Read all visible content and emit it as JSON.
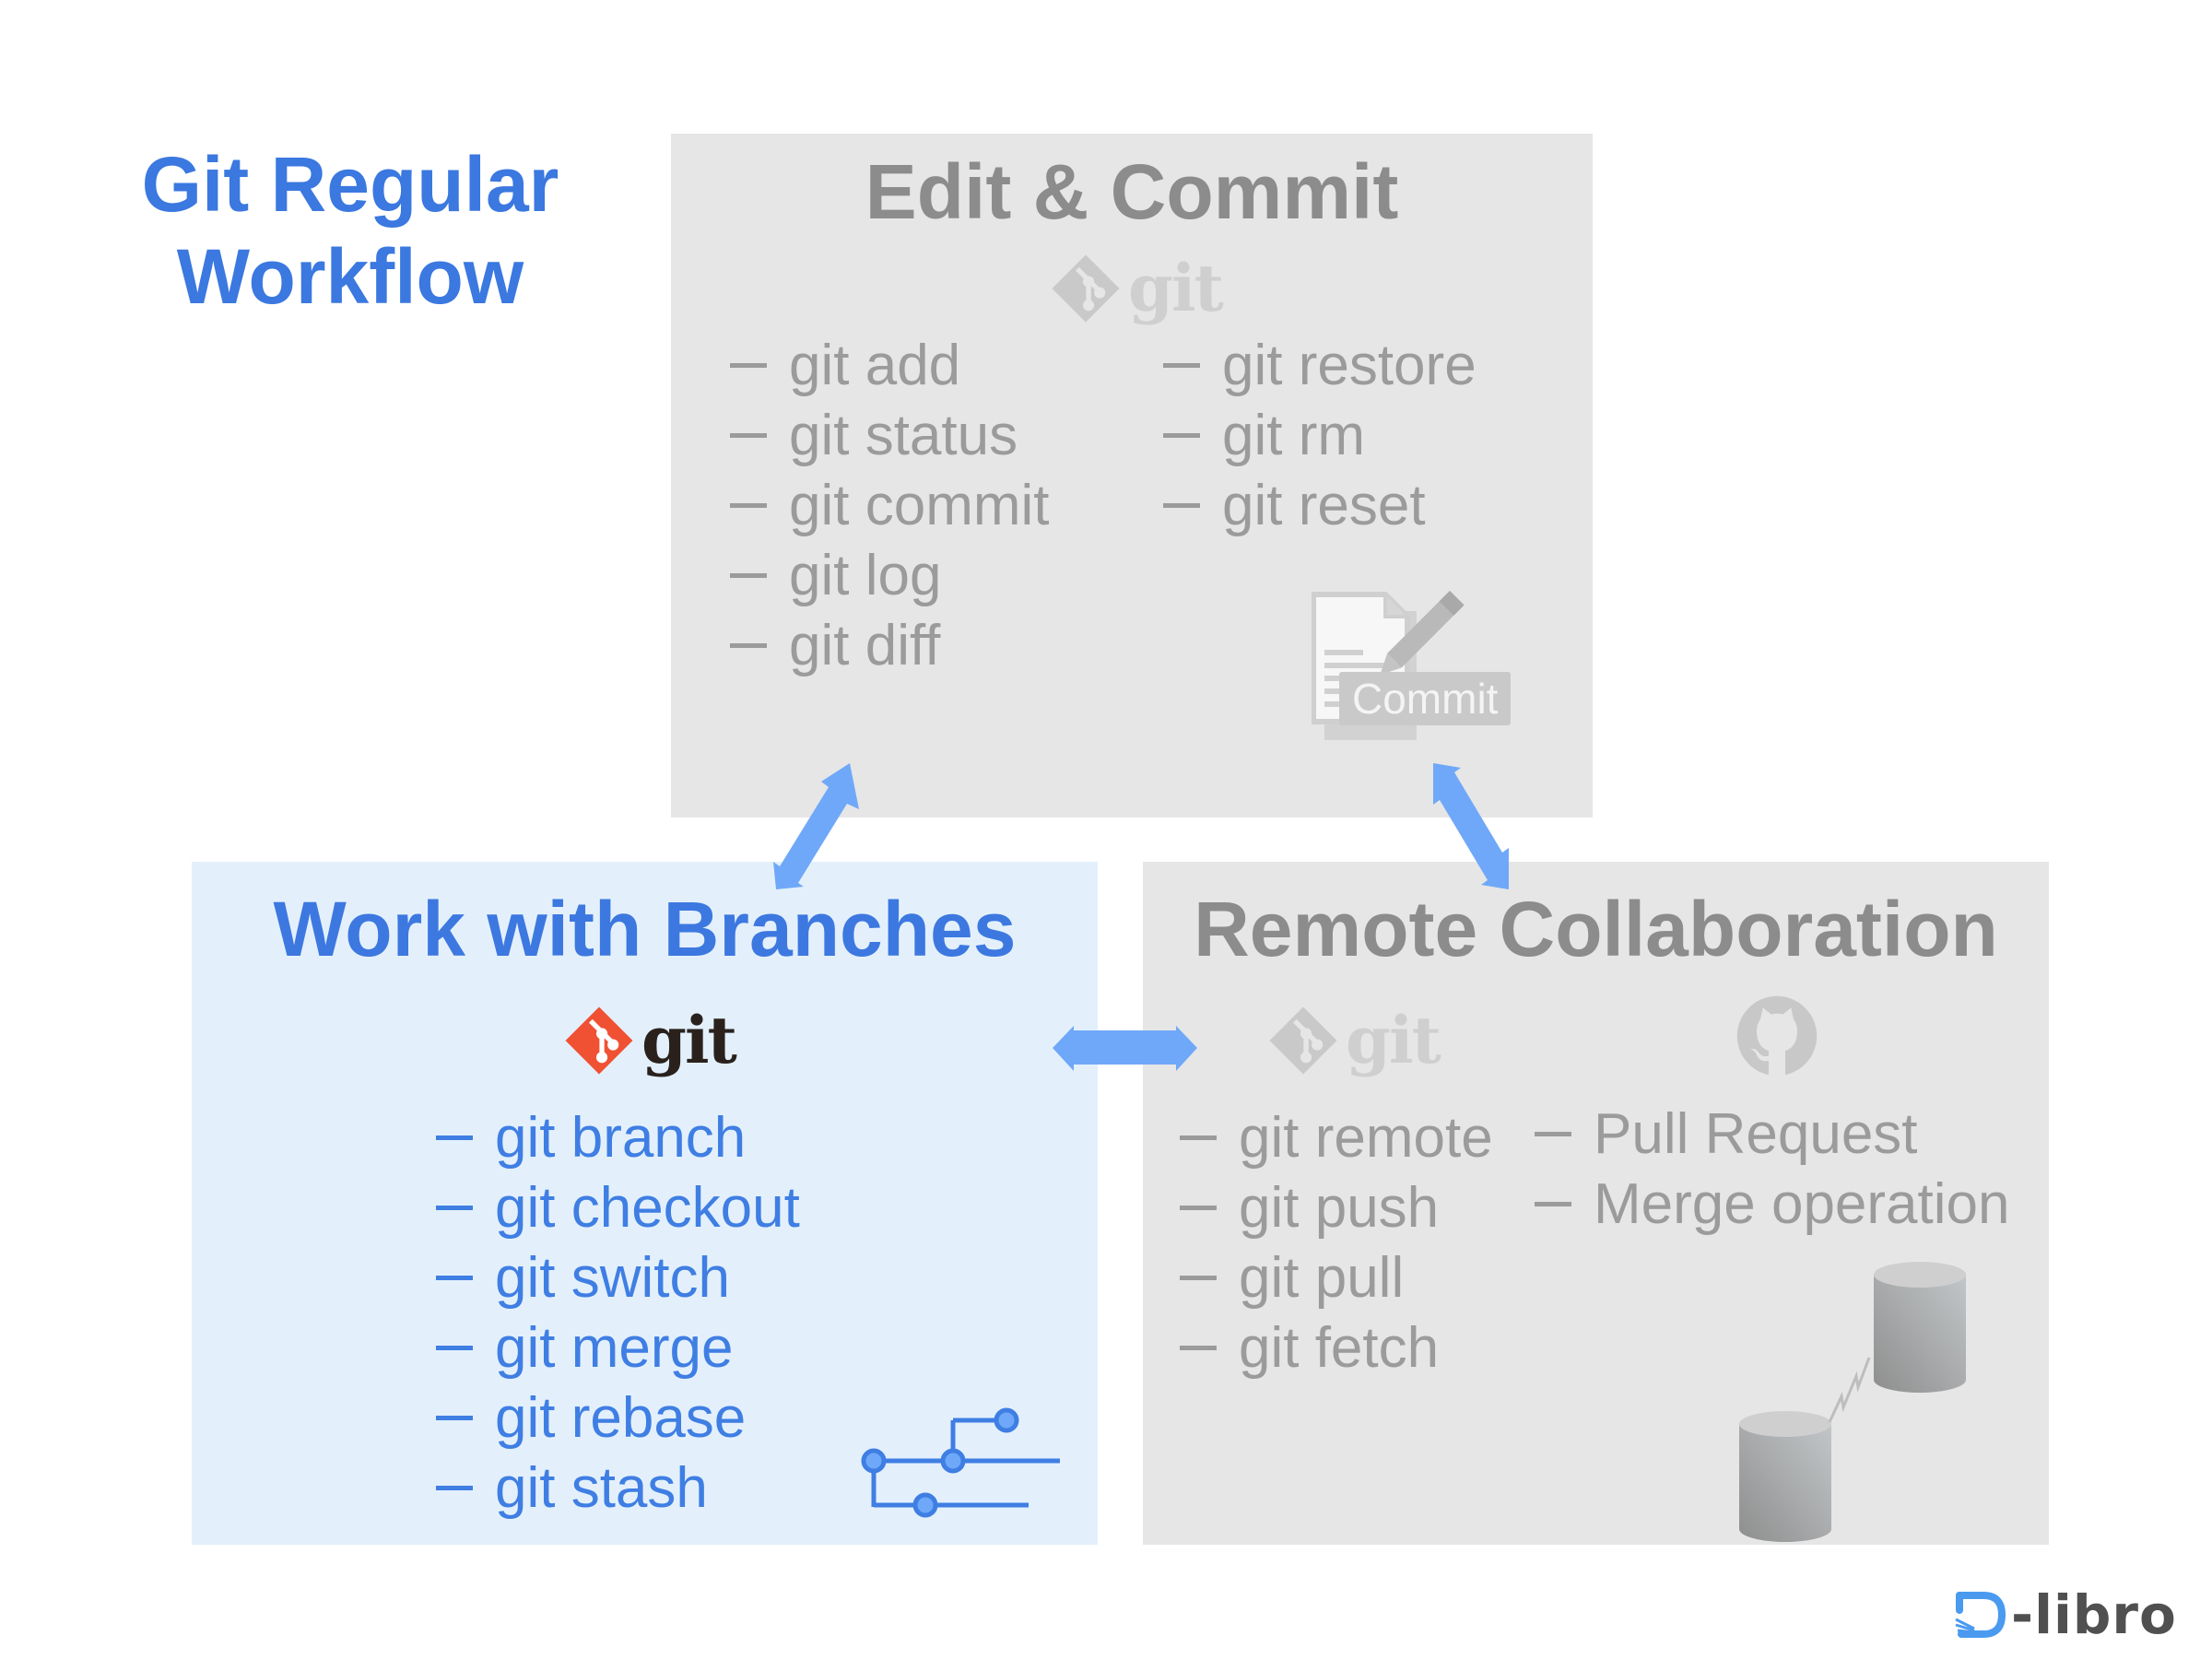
{
  "title": {
    "line1": "Git Regular",
    "line2": "Workflow"
  },
  "colors": {
    "accent_blue": "#3d78e0",
    "arrow_blue": "#6fa8f8",
    "panel_gray": "#e6e6e6",
    "panel_blue": "#e3f0fc",
    "git_orange": "#f05133",
    "muted_text": "#9b9b9b"
  },
  "panels": {
    "edit_commit": {
      "title": "Edit & Commit",
      "logo_label": "git",
      "left_commands": [
        "git add",
        "git status",
        "git commit",
        "git log",
        "git diff"
      ],
      "right_commands": [
        "git restore",
        "git rm",
        "git reset"
      ],
      "icon_label": "Commit",
      "state": "inactive"
    },
    "branches": {
      "title": "Work with Branches",
      "logo_label": "git",
      "commands": [
        "git branch",
        "git checkout",
        "git switch",
        "git merge",
        "git rebase",
        "git stash"
      ],
      "state": "active"
    },
    "remote": {
      "title": "Remote Collaboration",
      "logo_label": "git",
      "left_commands": [
        "git remote",
        "git push",
        "git pull",
        "git fetch"
      ],
      "right_commands": [
        "Pull Request",
        "Merge operation"
      ],
      "state": "inactive"
    }
  },
  "icons": {
    "git_logo": "git-logo-icon",
    "github": "github-icon",
    "commit_doc": "commit-document-icon",
    "branch_graph": "branch-graph-icon",
    "database": "database-icon"
  },
  "brand": {
    "name": "-libro",
    "mark": "D"
  }
}
